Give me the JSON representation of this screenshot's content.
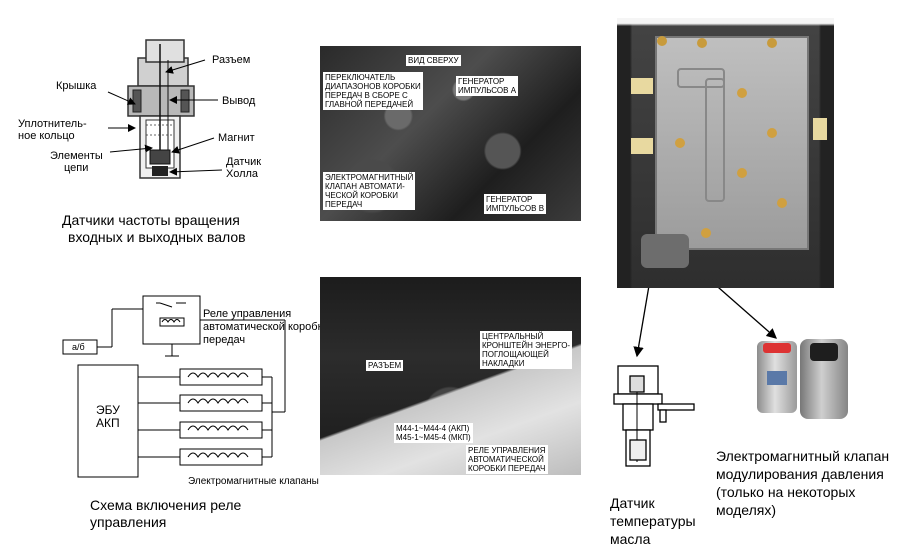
{
  "sensor_diagram": {
    "labels": {
      "connector": "Разъем",
      "cover": "Крышка",
      "output": "Вывод",
      "seal_ring_1": "Уплотнитель-",
      "seal_ring_2": "ное кольцо",
      "magnet": "Магнит",
      "circuit_elements_1": "Элементы",
      "circuit_elements_2": "цепи",
      "hall_sensor_1": "Датчик",
      "hall_sensor_2": "Холла"
    },
    "caption_1": "Датчики частоты вращения",
    "caption_2": "входных и выходных валов"
  },
  "photo_top": {
    "labels": {
      "top_view": "ВИД СВЕРХУ",
      "range_switch_1": "ПЕРЕКЛЮЧАТЕЛЬ",
      "range_switch_2": "ДИАПАЗОНОВ КОРОБКИ",
      "range_switch_3": "ПЕРЕДАЧ В СБОРЕ С",
      "range_switch_4": "ГЛАВНОЙ ПЕРЕДАЧЕЙ",
      "pulse_gen_a_1": "ГЕНЕРАТОР",
      "pulse_gen_a_2": "ИМПУЛЬСОВ А",
      "solenoid_1": "ЭЛЕКТРОМАГНИТНЫЙ",
      "solenoid_2": "КЛАПАН АВТОМАТИ-",
      "solenoid_3": "ЧЕСКОЙ КОРОБКИ",
      "solenoid_4": "ПЕРЕДАЧ",
      "pulse_gen_b_1": "ГЕНЕРАТОР",
      "pulse_gen_b_2": "ИМПУЛЬСОВ В"
    }
  },
  "circuit_diagram": {
    "relay_1": "Реле управления",
    "relay_2": "автоматической коробки",
    "relay_3": "передач",
    "battery": "а/б",
    "ecu_1": "ЭБУ",
    "ecu_2": "АКП",
    "solenoids": "Электромагнитные клапаны",
    "caption_1": "Схема включения реле",
    "caption_2": "управления"
  },
  "photo_bottom": {
    "labels": {
      "connector": "РАЗЪЕМ",
      "bracket_1": "ЦЕНТРАЛЬНЫЙ",
      "bracket_2": "КРОНШТЕЙН ЭНЕРГО-",
      "bracket_3": "ПОГЛОЩАЮЩЕЙ",
      "bracket_4": "НАКЛАДКИ",
      "part_1": "M44-1~M44-4 (АКП)",
      "part_2": "M45-1~M45-4 (МКП)",
      "relay_1": "РЕЛЕ УПРАВЛЕНИЯ",
      "relay_2": "АВТОМАТИЧЕСКОЙ",
      "relay_3": "КОРОБКИ ПЕРЕДАЧ"
    }
  },
  "temp_sensor": {
    "caption_1": "Датчик",
    "caption_2": "температуры",
    "caption_3": "масла"
  },
  "pressure_valve": {
    "caption_1": "Электромагнитный клапан",
    "caption_2": "модулирования давления",
    "caption_3": "(только на некоторых",
    "caption_4": "моделях)"
  }
}
